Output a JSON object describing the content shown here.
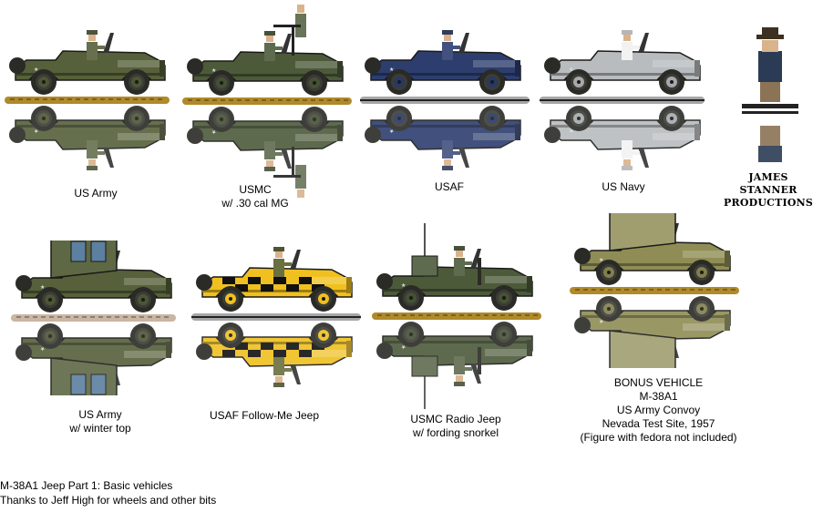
{
  "captions": {
    "army": "US Army",
    "usmc_mg": "USMC\nw/ .30 cal MG",
    "usaf": "USAF",
    "navy": "US Navy",
    "army_winter": "US Army\nw/ winter top",
    "followme": "USAF Follow-Me Jeep",
    "usmc_radio": "USMC Radio Jeep\nw/ fording snorkel",
    "bonus": "BONUS VEHICLE\nM-38A1\nUS Army Convoy\nNevada Test Site, 1957\n(Figure with fedora not included)"
  },
  "studio_logo": "JAMES STANNER\nPRODUCTIONS",
  "credits": "M-38A1 Jeep Part 1: Basic vehicles\nThanks to Jeff High for wheels and other bits",
  "colors": {
    "army_green": "#56603a",
    "usmc_green": "#4d5a3a",
    "usaf_blue": "#2d3e6e",
    "navy_gray": "#b8bcbe",
    "desert_tan": "#8f8d55",
    "followme_yellow": "#f0c020",
    "ground_dirt": "#b08a2a",
    "ground_tarmac": "#a6a6a6",
    "ground_snow": "#c9b6a3"
  }
}
